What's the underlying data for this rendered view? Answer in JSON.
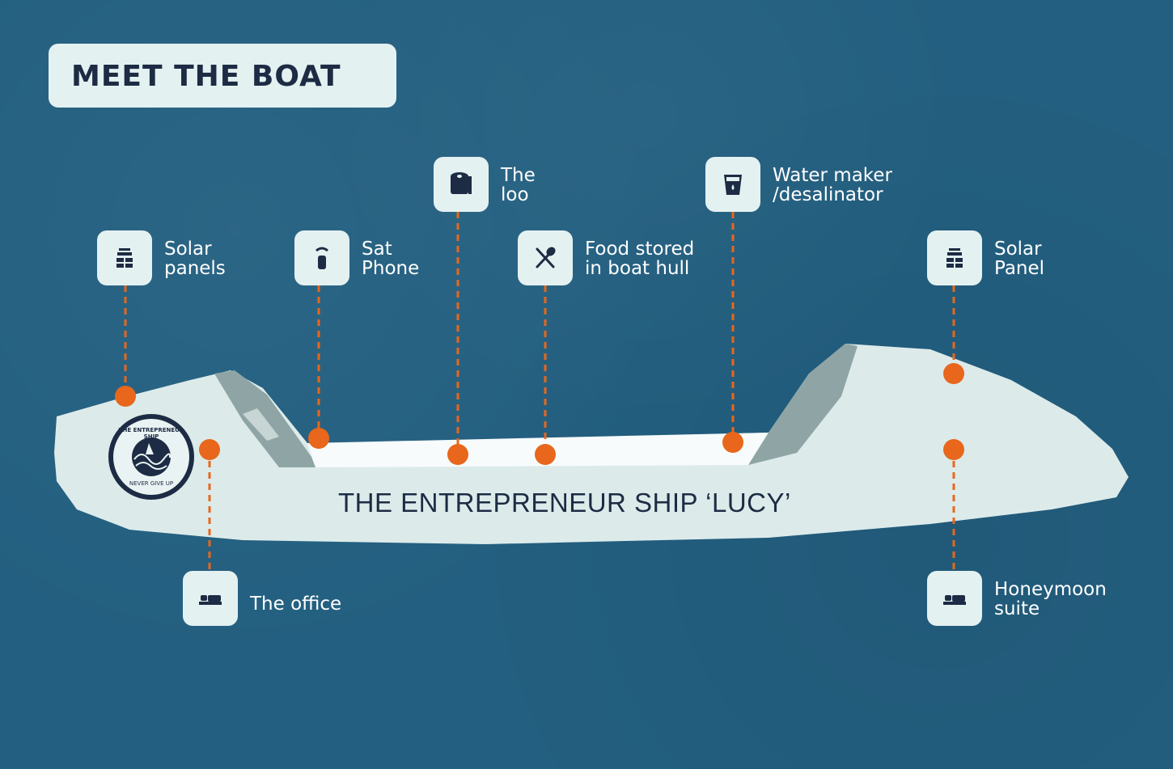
{
  "title": "MEET THE BOAT",
  "ship_name": "THE ENTREPRENEUR SHIP ‘LUCY’",
  "logo": {
    "top_text": "THE ENTREPRENEUR SHIP",
    "bottom_text": "NEVER GIVE UP"
  },
  "colors": {
    "background": "#235f80",
    "panel": "#e4f1f1",
    "hull": "#dcebea",
    "accent": "#e8671c",
    "text_dark": "#1d2c44"
  },
  "callouts": [
    {
      "id": "solar-panels",
      "icon": "solar-panel-icon",
      "label_line1": "Solar",
      "label_line2": "panels"
    },
    {
      "id": "sat-phone",
      "icon": "sat-phone-icon",
      "label_line1": "Sat",
      "label_line2": "Phone"
    },
    {
      "id": "the-loo",
      "icon": "toilet-paper-icon",
      "label_line1": "The",
      "label_line2": "loo"
    },
    {
      "id": "food",
      "icon": "cutlery-icon",
      "label_line1": "Food stored",
      "label_line2": "in boat hull"
    },
    {
      "id": "water-maker",
      "icon": "water-glass-icon",
      "label_line1": "Water maker",
      "label_line2": "/desalinator"
    },
    {
      "id": "solar-panel",
      "icon": "solar-panel-icon",
      "label_line1": "Solar",
      "label_line2": "Panel"
    },
    {
      "id": "the-office",
      "icon": "bed-icon",
      "label_line1": "The office",
      "label_line2": ""
    },
    {
      "id": "honeymoon-suite",
      "icon": "bed-icon",
      "label_line1": "Honeymoon",
      "label_line2": "suite"
    }
  ]
}
